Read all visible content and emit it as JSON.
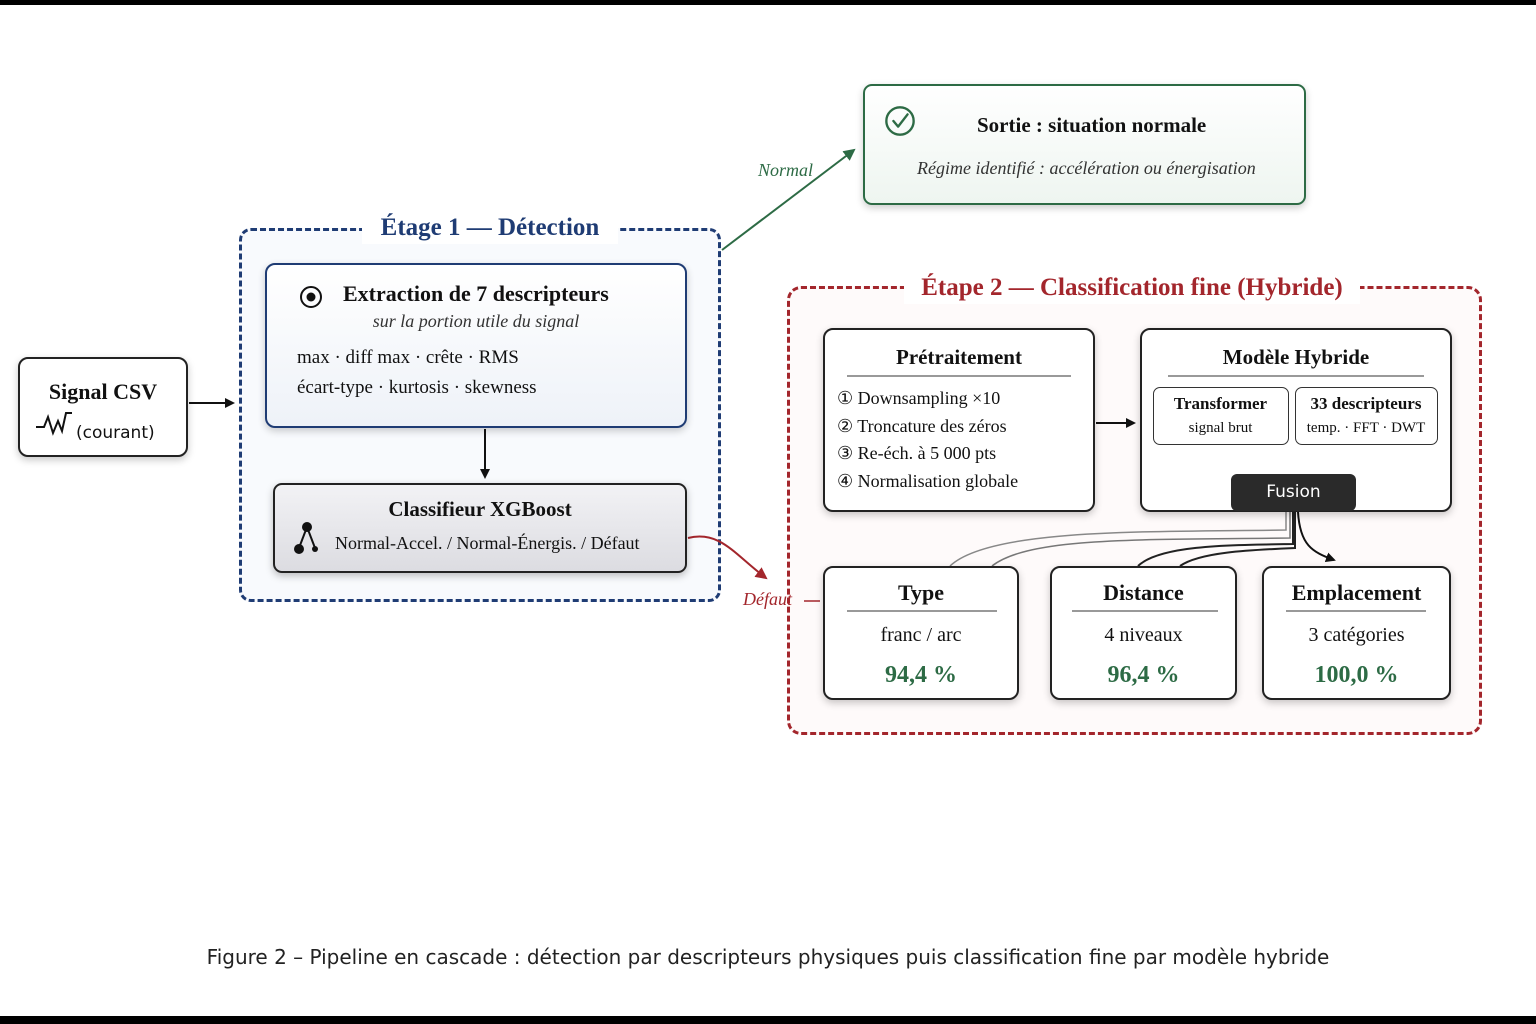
{
  "input": {
    "title": "Signal CSV",
    "subtitle": "(courant)"
  },
  "stage1": {
    "title": "Étage 1 — Détection",
    "extraction": {
      "title": "Extraction de 7 descripteurs",
      "subtitle": "sur la portion utile du signal",
      "line1": "max · diff max · crête · RMS",
      "line2": "écart-type · kurtosis · skewness"
    },
    "classifier": {
      "title": "Classifieur XGBoost",
      "classes": "Normal-Accel. / Normal-Énergis. / Défaut"
    }
  },
  "edges": {
    "normal_label": "Normal",
    "fault_label": "Défaut"
  },
  "output": {
    "title": "Sortie : situation normale",
    "subtitle": "Régime identifié : accélération ou énergisation"
  },
  "stage2": {
    "title": "Étape 2 — Classification fine (Hybride)",
    "preprocessing": {
      "title": "Prétraitement",
      "steps": [
        "① Downsampling ×10",
        "② Troncature des zéros",
        "③ Re-éch. à 5 000 pts",
        "④ Normalisation globale"
      ]
    },
    "model": {
      "title": "Modèle Hybride",
      "transformer_title": "Transformer",
      "transformer_sub": "signal brut",
      "desc_title": "33 descripteurs",
      "desc_sub": "temp. · FFT · DWT",
      "fusion": "Fusion"
    },
    "outputs": [
      {
        "title": "Type",
        "detail": "franc / arc",
        "score": "94,4 %"
      },
      {
        "title": "Distance",
        "detail": "4 niveaux",
        "score": "96,4 %"
      },
      {
        "title": "Emplacement",
        "detail": "3 catégories",
        "score": "100,0 %"
      }
    ]
  },
  "caption": "Figure 2 – Pipeline en cascade : détection par descripteurs physiques puis classification fine par modèle hybride",
  "colors": {
    "stage1": "#1f3c74",
    "stage2": "#a3262c",
    "normal": "#2d6b45",
    "fusion": "#2a2a2a"
  },
  "icons": [
    "waveform-icon",
    "target-icon",
    "tree-icon",
    "check-circle-icon"
  ]
}
